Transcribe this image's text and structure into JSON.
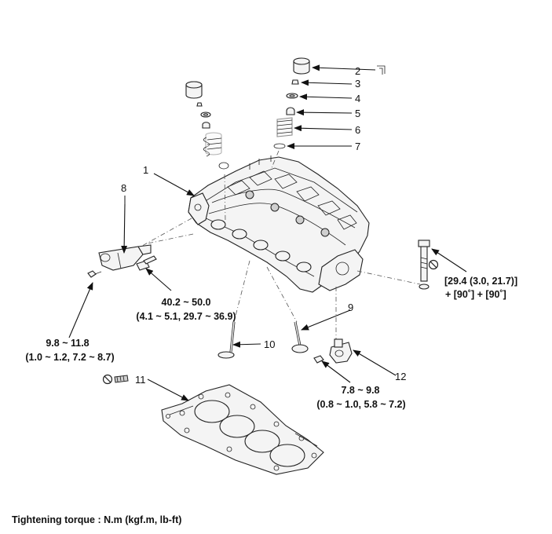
{
  "callouts": {
    "c1": "1",
    "c2": "2",
    "c3": "3",
    "c4": "4",
    "c5": "5",
    "c6": "6",
    "c7": "7",
    "c8": "8",
    "c9": "9",
    "c10": "10",
    "c11": "11",
    "c12": "12"
  },
  "torques": {
    "head_bolt_line1": "[29.4 (3.0, 21.7)]",
    "head_bolt_line2": "+ [90˚] + [90˚]",
    "ocv_bolt_line1": "40.2 ~ 50.0",
    "ocv_bolt_line2": "(4.1 ~ 5.1, 29.7 ~ 36.9)",
    "ocv_bracket_line1": "9.8 ~ 11.8",
    "ocv_bracket_line2": "(1.0 ~ 1.2, 7.2 ~ 8.7)",
    "outlet_line1": "7.8 ~ 9.8",
    "outlet_line2": "(0.8 ~ 1.0, 5.8 ~ 7.2)"
  },
  "footer": {
    "legend": "Tightening torque : N.m (kgf.m, lb-ft)"
  }
}
